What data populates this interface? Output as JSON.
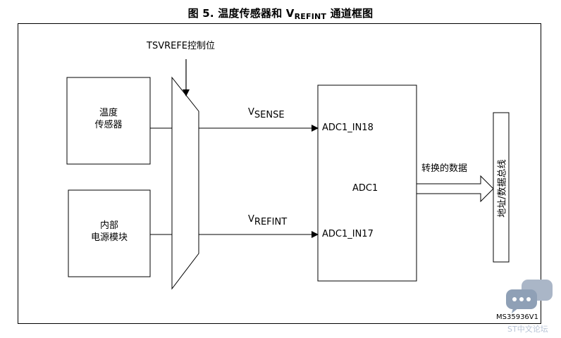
{
  "title": {
    "prefix": "图 5. 温度传感器和 V",
    "sub": "REFINT",
    "suffix": " 通道框图"
  },
  "control_label": "TSVREFE控制位",
  "temp_sensor": {
    "line1": "温度",
    "line2": "传感器"
  },
  "internal_module": {
    "line1": "内部",
    "line2": "电源模块"
  },
  "vsense": {
    "main": "V",
    "sub": "SENSE"
  },
  "vrefint": {
    "main": "V",
    "sub": "REFINT"
  },
  "adc": {
    "name": "ADC1",
    "in18": "ADC1_IN18",
    "in17": "ADC1_IN17"
  },
  "data_conversion": "转换的数据",
  "bus_label": "地址/数据总线",
  "figure_code": "MS35936V1",
  "watermark": "ST中文论坛"
}
